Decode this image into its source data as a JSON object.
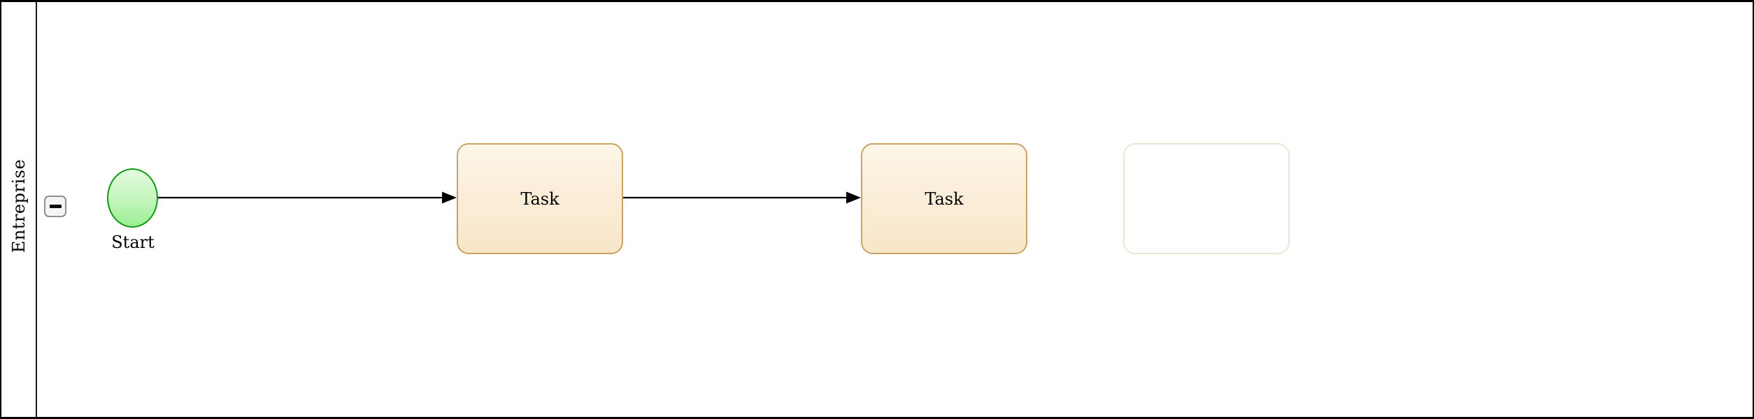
{
  "canvas": {
    "pool": {
      "label": "Entreprise",
      "collapse_button": {
        "icon": "minus"
      }
    },
    "nodes": [
      {
        "id": "start-event",
        "type": "start-event",
        "label": "Start"
      },
      {
        "id": "task-1",
        "type": "task",
        "label": "Task"
      },
      {
        "id": "task-2",
        "type": "task",
        "label": "Task"
      }
    ],
    "flows": [
      {
        "from": "start-event",
        "to": "task-1"
      },
      {
        "from": "task-1",
        "to": "task-2"
      }
    ],
    "colors": {
      "task_fill_top": "#fdf5e7",
      "task_fill_bottom": "#f8e6c7",
      "task_stroke": "#c9a366",
      "event_fill_top": "#e3fbdf",
      "event_fill_bottom": "#9bee92",
      "event_stroke": "#149914",
      "flow_stroke": "#000000",
      "pool_border": "#000000",
      "ghost_stroke": "rgba(201,163,102,0.3)"
    }
  }
}
